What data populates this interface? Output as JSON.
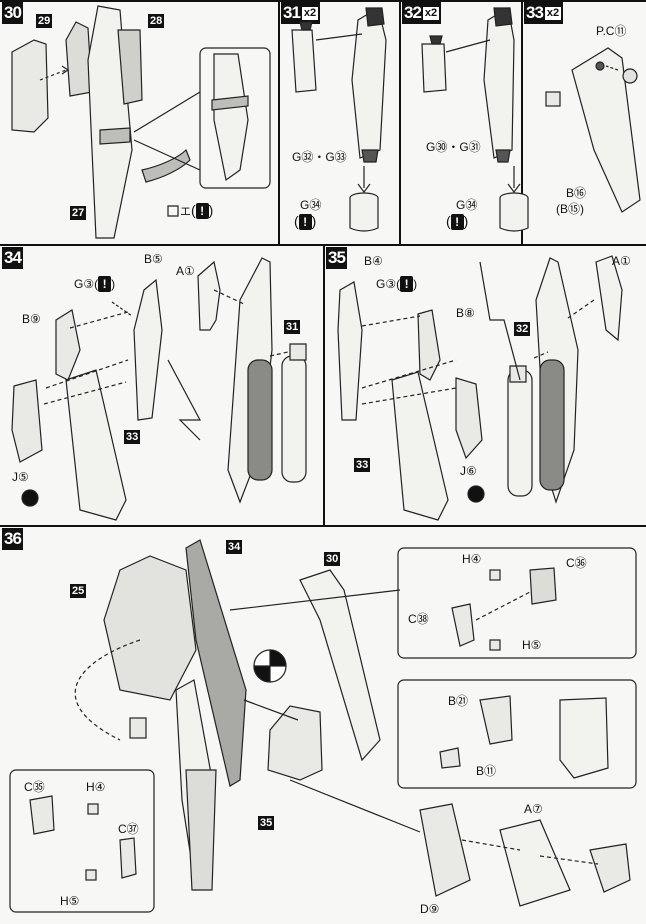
{
  "steps": {
    "s30": {
      "num": "30",
      "sub": {
        "a": "29",
        "b": "28",
        "c": "27"
      }
    },
    "s31": {
      "num": "31",
      "mult": "x2",
      "labels": {
        "g": "G㉜・G㉝",
        "g34": "G㉞",
        "open": "(",
        "close": ")"
      }
    },
    "s32": {
      "num": "32",
      "mult": "x2",
      "labels": {
        "g": "G㉚・G㉛",
        "g34": "G㉞",
        "open": "(",
        "close": ")"
      }
    },
    "s33": {
      "num": "33",
      "mult": "x2",
      "labels": {
        "pc": "P.C⑪",
        "b16": "B⑯",
        "b15": "(B⑮)"
      }
    },
    "s34": {
      "num": "34",
      "labels": {
        "a1": "A①",
        "b5": "B⑤",
        "g3": "G③",
        "b9": "B⑨",
        "j5": "J⑤",
        "ref33": "33",
        "ref31": "31",
        "open": "(",
        "close": ")"
      }
    },
    "s35": {
      "num": "35",
      "labels": {
        "b4": "B④",
        "g3": "G③",
        "a1": "A①",
        "b8": "B⑧",
        "j6": "J⑥",
        "ref33": "33",
        "ref32": "32",
        "open": "(",
        "close": ")"
      }
    },
    "s36": {
      "num": "36",
      "labels": {
        "ref34": "34",
        "ref25": "25",
        "ref30": "30",
        "ref35": "35",
        "h4": "H④",
        "c36": "C㊱",
        "c38": "C㊳",
        "h5": "H⑤",
        "b21": "B㉑",
        "b11": "B⑪",
        "c35": "C㉟",
        "h4b": "H④",
        "c37": "C㊲",
        "h5b": "H⑤",
        "a7": "A⑦",
        "d9": "D⑨"
      }
    }
  },
  "s30_note": {
    "open": "(",
    "close": ")",
    "icon_text": "エ"
  },
  "warn_mark": "!",
  "icons": {
    "warning": "exclamation-icon",
    "seal": "circle-seal-icon",
    "cut": "cutter-icon"
  }
}
